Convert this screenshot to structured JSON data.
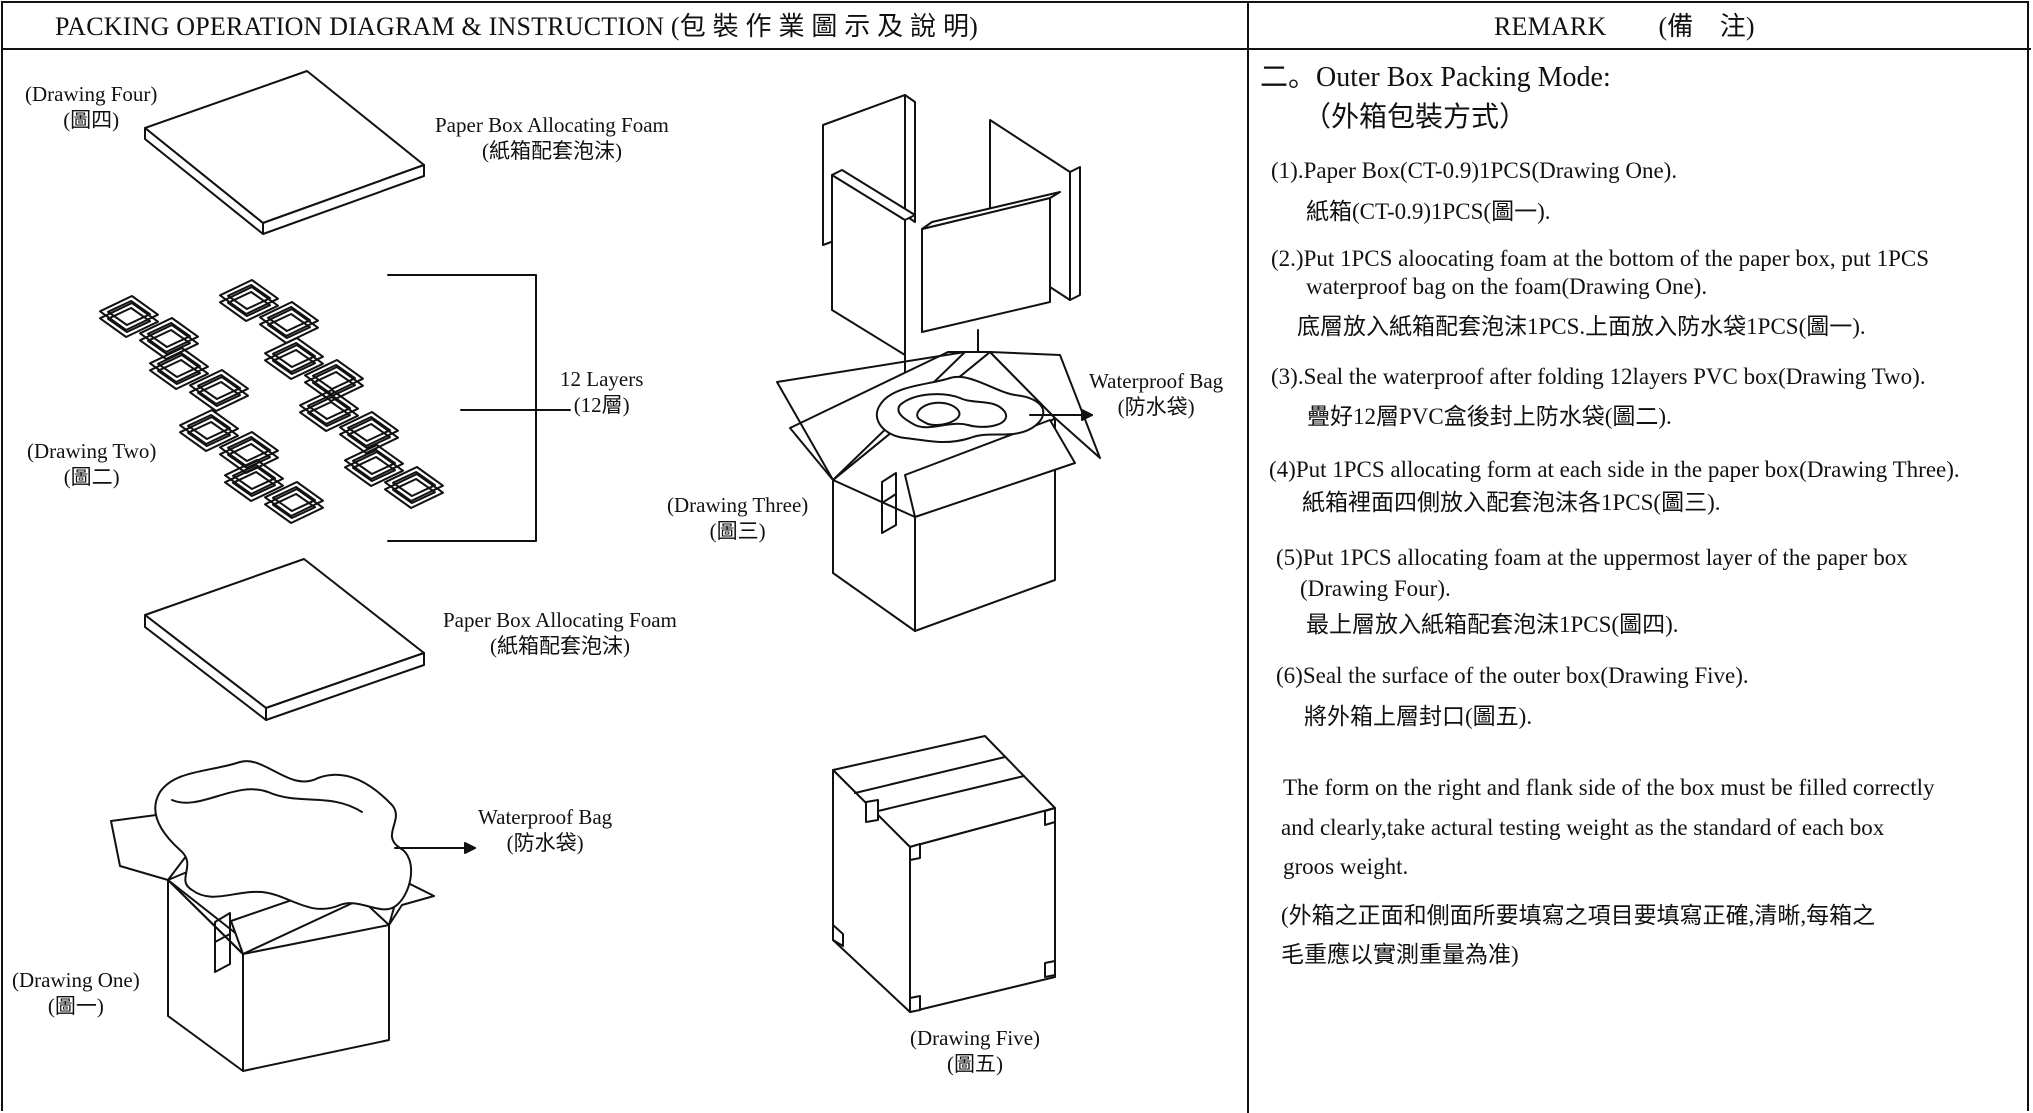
{
  "header": {
    "left_title": "PACKING OPERATION DIAGRAM & INSTRUCTION (包 裝 作 業 圖 示 及 說 明)",
    "right_title_en": "REMARK",
    "right_title_zh": "(備　注)"
  },
  "drawings": {
    "four": {
      "en": "(Drawing Four)",
      "zh": "(圖四)"
    },
    "two": {
      "en": "(Drawing Two)",
      "zh": "(圖二)"
    },
    "one": {
      "en": "(Drawing One)",
      "zh": "(圖一)"
    },
    "three": {
      "en": "(Drawing Three)",
      "zh": "(圖三)"
    },
    "five": {
      "en": "(Drawing Five)",
      "zh": "(圖五)"
    }
  },
  "callouts": {
    "foam_top": {
      "en": "Paper Box Allocating Foam",
      "zh": "(紙箱配套泡沫)"
    },
    "foam_bottom": {
      "en": "Paper Box Allocating Foam",
      "zh": "(紙箱配套泡沫)"
    },
    "layers": {
      "en": "12 Layers",
      "zh": "(12層)"
    },
    "bag_three": {
      "en": "Waterproof Bag",
      "zh": "(防水袋)"
    },
    "bag_one": {
      "en": "Waterproof Bag",
      "zh": "(防水袋)"
    }
  },
  "remark": {
    "section_title": "二。Outer Box Packing Mode:",
    "section_title_zh": "（外箱包裝方式）",
    "steps": [
      {
        "en": "(1).Paper Box(CT-0.9)1PCS(Drawing One).",
        "en2": "",
        "zh": "紙箱(CT-0.9)1PCS(圖一)."
      },
      {
        "en": "(2.)Put 1PCS aloocating foam at the bottom of the paper box, put 1PCS",
        "en2": "waterproof bag on the foam(Drawing One).",
        "zh": "底層放入紙箱配套泡沫1PCS.上面放入防水袋1PCS(圖一)."
      },
      {
        "en": "(3).Seal the waterproof after folding 12layers PVC box(Drawing Two).",
        "en2": "",
        "zh": "疊好12層PVC盒後封上防水袋(圖二)."
      },
      {
        "en": "(4)Put 1PCS allocating form at each side in the paper box(Drawing Three).",
        "en2": "",
        "zh": "紙箱裡面四側放入配套泡沫各1PCS(圖三)."
      },
      {
        "en": "(5)Put 1PCS allocating foam at the uppermost layer of the paper box",
        "en2": "(Drawing Four).",
        "zh": "最上層放入紙箱配套泡沫1PCS(圖四)."
      },
      {
        "en": "(6)Seal the surface of the outer box(Drawing Five).",
        "en2": "",
        "zh": "將外箱上層封口(圖五)."
      }
    ],
    "note_en": [
      "The form on the right and flank side of the box must be filled correctly",
      "and clearly,take actural testing weight as the standard of each box",
      "groos weight."
    ],
    "note_zh": [
      "(外箱之正面和側面所要填寫之項目要填寫正確,清晰,每箱之",
      "毛重應以實測重量為准)"
    ]
  }
}
